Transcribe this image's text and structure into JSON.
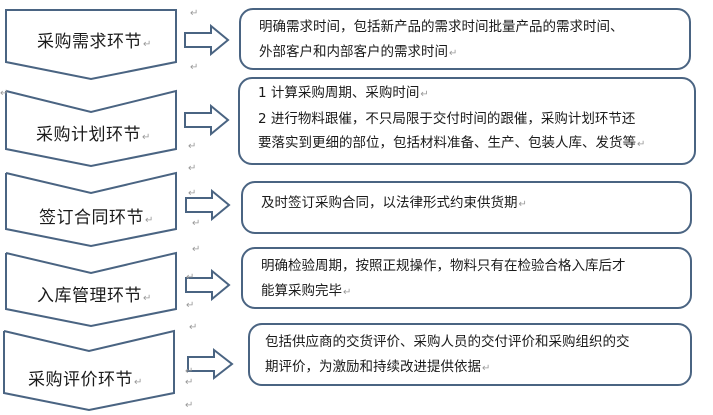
{
  "diagram": {
    "stroke_color": "#4a6482",
    "paragraph_mark": "↵",
    "stages": [
      {
        "label": "采购需求环节",
        "description": [
          "明确需求时间，包括新产品的需求时间批量产品的需求时间、",
          "外部客户和内部客户的需求时间"
        ]
      },
      {
        "label": "采购计划环节",
        "description": [
          "1 计算采购周期、采购时间",
          "2 进行物料跟催，不只局限于交付时间的跟催，采购计划环节还",
          "要落实到更细的部位，包括材料准备、生产、包装人库、发货等"
        ]
      },
      {
        "label": "签订合同环节",
        "description": [
          "及时签订采购合同，以法律形式约束供货期"
        ]
      },
      {
        "label": "入库管理环节",
        "description": [
          "明确检验周期，按照正规操作，物料只有在检验合格入库后才",
          "能算采购完毕"
        ]
      },
      {
        "label": "采购评价环节",
        "description": [
          "包括供应商的交货评价、采购人员的交付评价和采购组织的交",
          "期评价，为激励和持续改进提供依据"
        ]
      }
    ]
  }
}
